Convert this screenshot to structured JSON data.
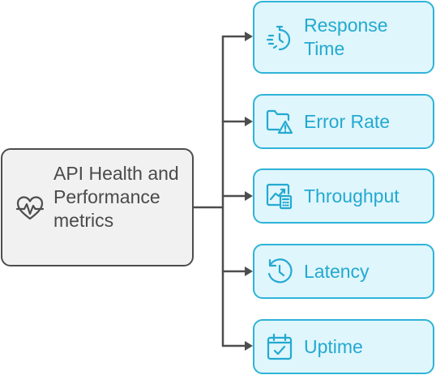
{
  "root": {
    "label": "API Health and Performance metrics",
    "icon": "heart-pulse-icon"
  },
  "branches": [
    {
      "label": "Response Time",
      "icon": "stopwatch-icon"
    },
    {
      "label": "Error Rate",
      "icon": "folder-warning-icon"
    },
    {
      "label": "Throughput",
      "icon": "chart-calculator-icon"
    },
    {
      "label": "Latency",
      "icon": "clock-icon"
    },
    {
      "label": "Uptime",
      "icon": "calendar-check-icon"
    }
  ],
  "colors": {
    "root_fill": "#f1f1f1",
    "root_border": "#4d4d4d",
    "root_text": "#4a4a4a",
    "leaf_fill": "#dff6fc",
    "leaf_border": "#2fb3d8",
    "leaf_text": "#23a9d1",
    "connector": "#4d4d4d"
  }
}
